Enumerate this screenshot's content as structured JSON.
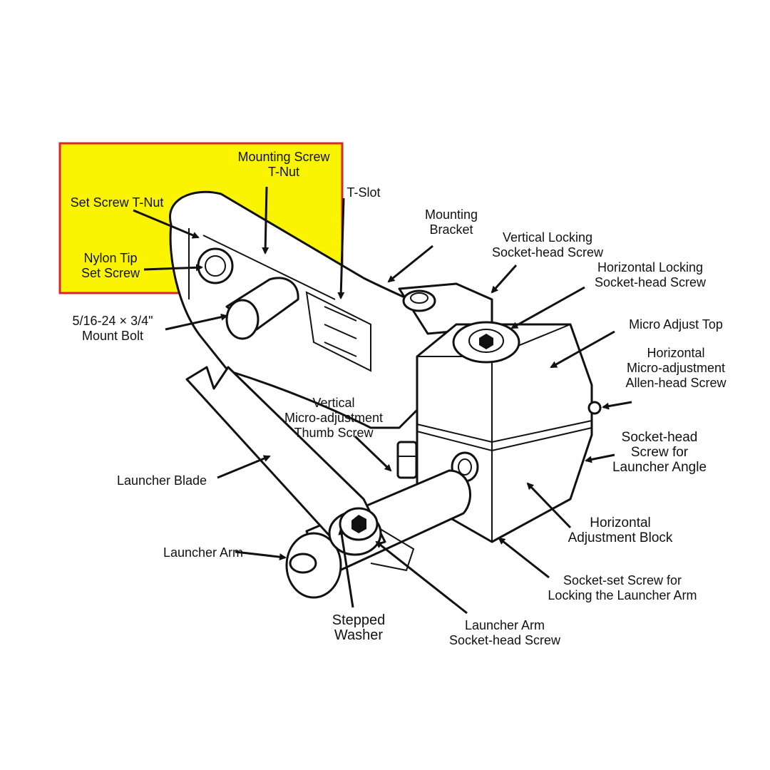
{
  "colors": {
    "highlight_fill": "#fbf400",
    "highlight_border": "#d9252b",
    "ink": "#111111",
    "background": "#ffffff"
  },
  "labels": {
    "mounting_screw_tnut": [
      "Mounting Screw",
      "T-Nut"
    ],
    "set_screw_tnut": [
      "Set Screw T-Nut"
    ],
    "tslot": [
      "T-Slot"
    ],
    "nylon_tip": [
      "Nylon Tip",
      "Set Screw"
    ],
    "mount_bolt": [
      "5/16-24 × 3/4\"",
      "Mount Bolt"
    ],
    "mounting_bracket": [
      "Mounting",
      "Bracket"
    ],
    "vertical_locking": [
      "Vertical Locking",
      "Socket-head Screw"
    ],
    "horizontal_locking": [
      "Horizontal Locking",
      "Socket-head Screw"
    ],
    "micro_adjust_top": [
      "Micro Adjust Top"
    ],
    "horizontal_micro": [
      "Horizontal",
      "Micro-adjustment",
      "Allen-head Screw"
    ],
    "vertical_micro": [
      "Vertical",
      "Micro-adjustment",
      "Thumb Screw"
    ],
    "socket_head_angle": [
      "Socket-head",
      "Screw for",
      "Launcher Angle"
    ],
    "launcher_blade": [
      "Launcher Blade"
    ],
    "horizontal_block": [
      "Horizontal",
      "Adjustment Block"
    ],
    "launcher_arm": [
      "Launcher Arm"
    ],
    "socket_set_screw": [
      "Socket-set Screw for",
      "Locking the Launcher Arm"
    ],
    "stepped_washer": [
      "Stepped",
      "Washer"
    ],
    "launcher_arm_screw": [
      "Launcher Arm",
      "Socket-head Screw"
    ]
  }
}
